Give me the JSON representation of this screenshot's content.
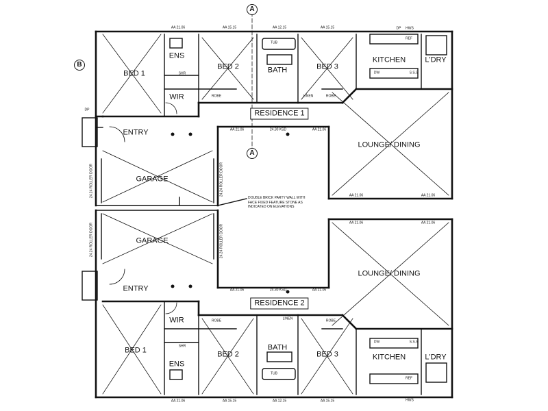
{
  "residences": [
    "RESIDENCE 1",
    "RESIDENCE 2"
  ],
  "rooms": {
    "bed1": "BED 1",
    "bed1_lower": "BED 1",
    "bed2": "BED 2",
    "bed3": "BED 3",
    "ens": "ENS",
    "wir": "WIR",
    "bath": "BATH",
    "kitchen": "KITCHEN",
    "laundry": "L'DRY",
    "lounge": "LOUNGE/ DINING",
    "entry": "ENTRY",
    "garage": "GARAGE"
  },
  "markers": {
    "section_a": "A",
    "section_b": "B"
  },
  "fixtures": {
    "tub": "TUB",
    "robe": "ROBE",
    "linen": "LINEN",
    "shr": "SHR",
    "dw": "DW",
    "ref": "REF",
    "hws": "HWS",
    "sss": "S.S.S",
    "dp": "DP"
  },
  "dimensions": {
    "aa2106": "AA 21.06",
    "aa1515": "AA 15.15",
    "aa1215": "AA 12.15",
    "ksd": "24.30 KSD",
    "roller": "24.24 ROLLER DOOR"
  },
  "annotation": [
    "DOUBLE BRICK PARTY WALL WITH",
    "FACE FIXED FEATURE STONE AS",
    "INDICATED ON ELEVATIONS"
  ]
}
